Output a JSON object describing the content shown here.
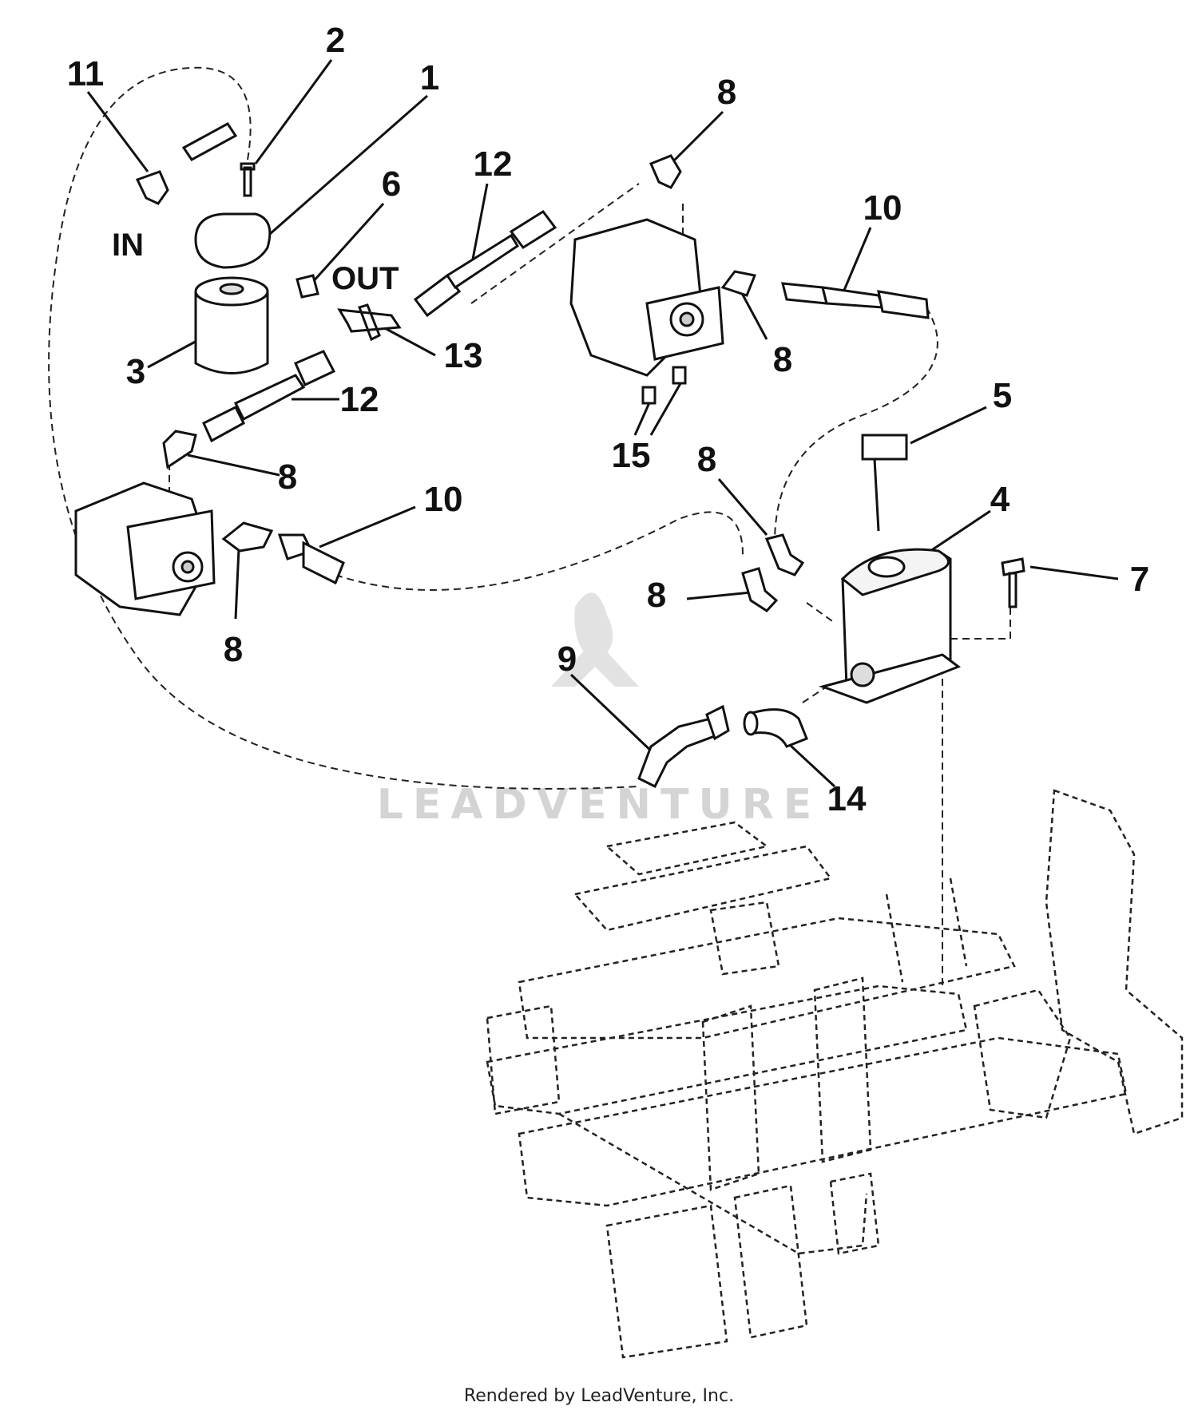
{
  "watermark": {
    "text": "LEADVENTURE",
    "color": "#d4d4d4"
  },
  "port_labels": {
    "in": "IN",
    "out": "OUT"
  },
  "callouts": [
    {
      "id": "c11",
      "text": "11"
    },
    {
      "id": "c2",
      "text": "2"
    },
    {
      "id": "c1",
      "text": "1"
    },
    {
      "id": "c6",
      "text": "6"
    },
    {
      "id": "c12a",
      "text": "12"
    },
    {
      "id": "c8a",
      "text": "8"
    },
    {
      "id": "c10a",
      "text": "10"
    },
    {
      "id": "c3",
      "text": "3"
    },
    {
      "id": "c13",
      "text": "13"
    },
    {
      "id": "c12b",
      "text": "12"
    },
    {
      "id": "c8b",
      "text": "8"
    },
    {
      "id": "c15",
      "text": "15"
    },
    {
      "id": "c5",
      "text": "5"
    },
    {
      "id": "c8c",
      "text": "8"
    },
    {
      "id": "c8d",
      "text": "8"
    },
    {
      "id": "c4",
      "text": "4"
    },
    {
      "id": "c10b",
      "text": "10"
    },
    {
      "id": "c7",
      "text": "7"
    },
    {
      "id": "c8e",
      "text": "8"
    },
    {
      "id": "c8f",
      "text": "8"
    },
    {
      "id": "c9",
      "text": "9"
    },
    {
      "id": "c14",
      "text": "14"
    }
  ],
  "footer": {
    "credit": "Rendered by LeadVenture, Inc."
  },
  "colors": {
    "ink": "#111111",
    "background": "#ffffff"
  }
}
